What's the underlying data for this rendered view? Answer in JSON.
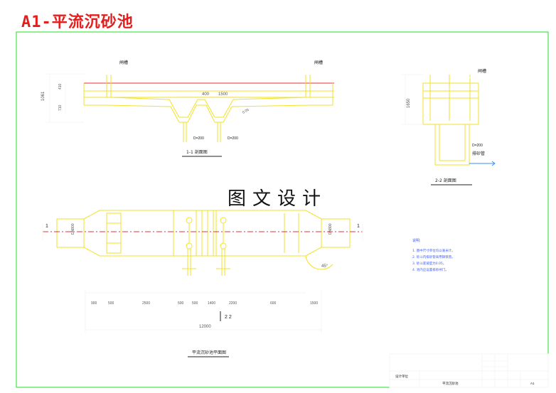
{
  "header": {
    "title": "A1-平流沉砂池"
  },
  "watermark": {
    "text": "图文设计"
  },
  "section_1_1": {
    "label": "1-1  剖面图",
    "left_tag": "闸槽",
    "right_tag": "闸槽",
    "dims_left": [
      "1061",
      "410",
      "710"
    ],
    "dims_top": [
      "400",
      "1500"
    ],
    "pipe_tags": [
      "D=200",
      "D=200"
    ],
    "slope": "0.05"
  },
  "section_2_2": {
    "label": "2-2  剖面图",
    "top_tag": "闸槽",
    "dim": "1650",
    "pipe_tag": "D=200",
    "pipe_note": "排砂管"
  },
  "plan": {
    "label": "平流沉砂池平面图",
    "section_marks": [
      "1",
      "1",
      "2  2"
    ],
    "dims_bottom": [
      "900",
      "500",
      "2500",
      "500",
      "500",
      "1400",
      "2200",
      "600",
      "1500"
    ],
    "total": "12000",
    "inlet": "DN800",
    "outlet": "DN800",
    "angle": "45°"
  },
  "notes": {
    "heading": "说明:",
    "items": [
      "1. 图中尺寸单位均以毫米计。",
      "2. 砂斗内排砂管采用铸铁管。",
      "3. 砂斗底坡度为0.05。",
      "4. 池内应设置排砂闸门。"
    ]
  },
  "title_block": {
    "drawing_name": "平流沉砂池",
    "company": "设计单位",
    "sheet": "A1"
  },
  "colors": {
    "border": "#22e022",
    "drawing": "#f2e22a",
    "dimension": "#ffffff",
    "dimension_dark": "#9a9a9a",
    "pipe": "#3a8cff",
    "section_line": "#e83030",
    "title": "#e0201e",
    "notes": "#3a5cff"
  }
}
